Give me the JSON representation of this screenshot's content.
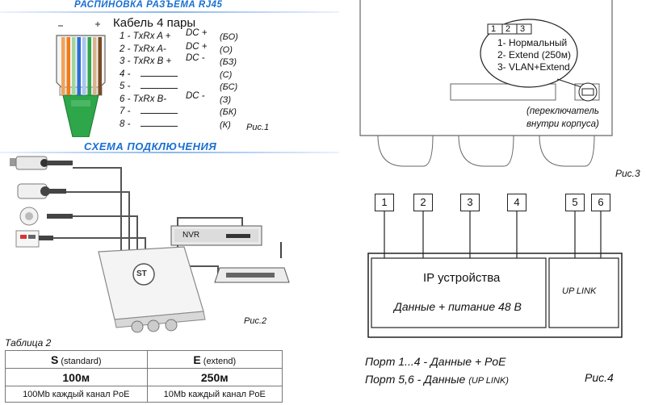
{
  "rj45": {
    "title": "РАСПИНОВКА РАЗЪЁМА RJ45",
    "cable_title": "Кабель 4 пары",
    "pins": [
      {
        "label": "1 - TxRx A +",
        "dc": "DC +",
        "code": "(БО)"
      },
      {
        "label": "2 - TxRx A-",
        "dc": "DC +",
        "code": "(О)"
      },
      {
        "label": "3 - TxRx B +",
        "dc": "DC -",
        "code": "(БЗ)"
      },
      {
        "label": "4 -",
        "dc": "",
        "code": "(С)"
      },
      {
        "label": "5 -",
        "dc": "",
        "code": "(БС)"
      },
      {
        "label": "6 - TxRx B-",
        "dc": "DC -",
        "code": "(З)"
      },
      {
        "label": "7 -",
        "dc": "",
        "code": "(БК)"
      },
      {
        "label": "8 -",
        "dc": "",
        "code": "(К)"
      }
    ],
    "figure": "Рис.1",
    "wire_colors": [
      "#f2a25a",
      "#f07b1c",
      "#9fd79a",
      "#2c6fd6",
      "#a7c6f0",
      "#2fa84a",
      "#d7b38e",
      "#7a4b22"
    ]
  },
  "scheme": {
    "title": "СХЕМА ПОДКЛЮЧЕНИЯ",
    "nvr_label": "NVR",
    "logo": "ST",
    "figure": "Рис.2"
  },
  "table": {
    "caption": "Таблица 2",
    "col1_head": "S",
    "col1_sub": "(standard)",
    "col2_head": "E",
    "col2_sub": "(extend)",
    "col1_value": "100м",
    "col2_value": "250м",
    "col1_note": "100Mb каждый канал PoE",
    "col2_note": "10Mb каждый канал PoE"
  },
  "switch_panel": {
    "dip_numbers": [
      "1",
      "2",
      "3"
    ],
    "modes": [
      "1- Нормальный",
      "2- Extend (250м)",
      "3- VLAN+Extend"
    ],
    "switch_note_line1": "(переключатель",
    "switch_note_line2": "внутри корпуса)",
    "figure": "Рис.3"
  },
  "ports_diagram": {
    "ports": [
      "1",
      "2",
      "3",
      "4",
      "5",
      "6"
    ],
    "ip_title": "IP устройства",
    "ip_sub": "Данные + питание 48 В",
    "uplink": "UP LINK",
    "legend_line1": "Порт 1...4 - Данные + PoE",
    "legend_line2_main": "Порт 5,6 - Данные",
    "legend_line2_tag": "(UP LINK)",
    "figure": "Рис.4"
  }
}
